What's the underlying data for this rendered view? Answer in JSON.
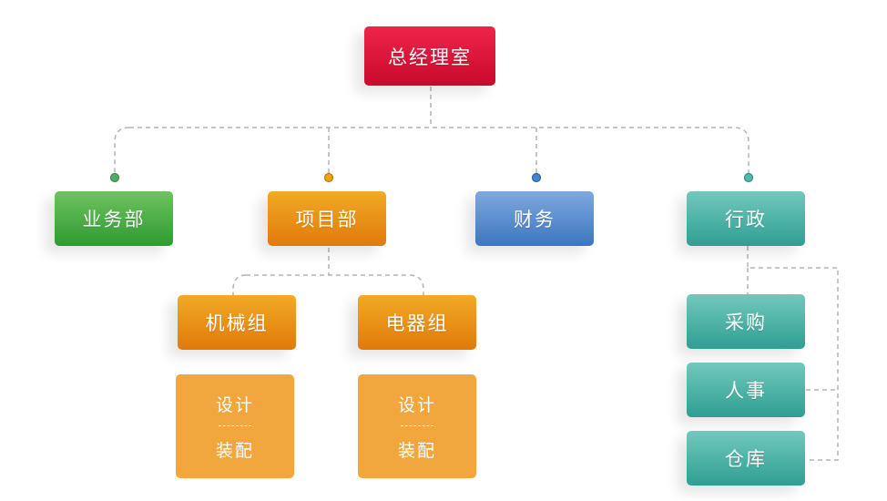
{
  "top": {
    "label": "总经理室",
    "color": "#dc143c"
  },
  "departments": [
    {
      "key": "sales",
      "label": "业务部",
      "color": "#3daa3f",
      "dot": "#4fae60"
    },
    {
      "key": "project",
      "label": "项目部",
      "color": "#ee9a17",
      "dot": "#f1a012"
    },
    {
      "key": "finance",
      "label": "财务",
      "color": "#5a8ed0",
      "dot": "#4a82d2"
    },
    {
      "key": "admin",
      "label": "行政",
      "color": "#4fb6aa",
      "dot": "#4cbcae"
    }
  ],
  "project_groups": [
    {
      "label": "机械组",
      "tasks": [
        "设计",
        "装配"
      ]
    },
    {
      "label": "电器组",
      "tasks": [
        "设计",
        "装配"
      ]
    }
  ],
  "admin_units": [
    {
      "label": "采购"
    },
    {
      "label": "人事"
    },
    {
      "label": "仓库"
    }
  ]
}
